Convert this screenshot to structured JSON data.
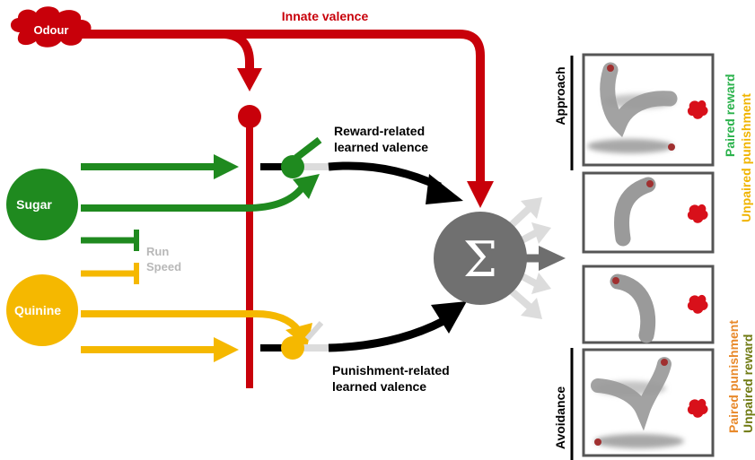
{
  "labels": {
    "odour": "Odour",
    "innate_valence": "Innate valence",
    "sugar": "Sugar",
    "quinine": "Quinine",
    "run": "Run",
    "speed": "Speed",
    "reward_line1": "Reward-related",
    "reward_line2": "learned valence",
    "punish_line1": "Punishment-related",
    "punish_line2": "learned valence",
    "sigma": "Σ",
    "approach": "Approach",
    "avoidance": "Avoidance",
    "paired_reward": "Paired reward",
    "unpaired_punishment": "Unpaired punishment",
    "paired_punishment": "Paired punishment",
    "unpaired_reward": "Unpaired reward"
  },
  "colors": {
    "odour": "#c8000a",
    "sugar": "#1f8a1f",
    "quinine": "#f5b800",
    "gray_text": "#b8b8b8",
    "sum_node": "#707070",
    "black": "#000000",
    "paired_reward": "#2bb24c",
    "unpaired_punishment": "#f0b400",
    "paired_punishment": "#e8892a",
    "unpaired_reward": "#6f7a12",
    "larva": "#9a9a9a",
    "larva_head": "#a03030"
  }
}
